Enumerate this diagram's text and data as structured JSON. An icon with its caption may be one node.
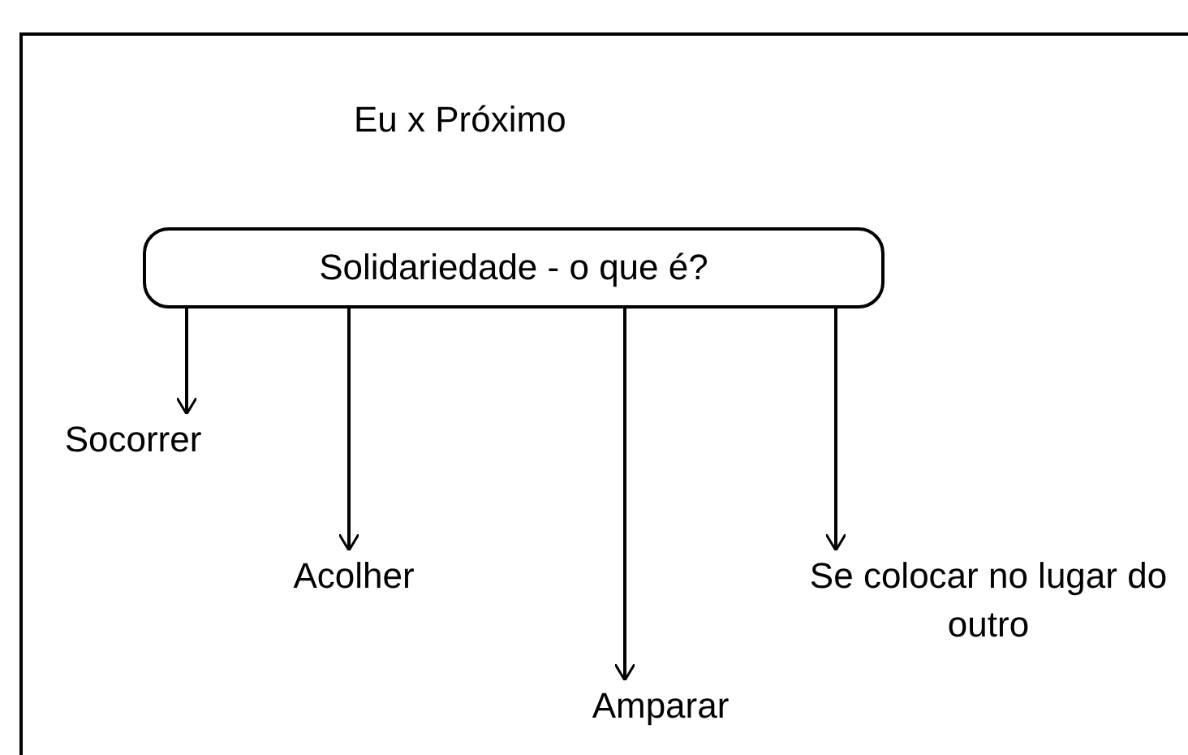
{
  "diagram": {
    "title": "Eu x Próximo",
    "nodes": [
      {
        "text": [
          "Solidariedade - o que é?"
        ]
      },
      {
        "text": [
          "Socorrer"
        ]
      },
      {
        "text": [
          "Acolher"
        ]
      },
      {
        "text": [
          "Amparar"
        ]
      },
      {
        "text": [
          "Se colocar no lugar do outro"
        ]
      }
    ],
    "edges": [
      {
        "from": 0,
        "to": 1,
        "arrow": "to"
      },
      {
        "from": 0,
        "to": 2,
        "arrow": "to"
      },
      {
        "from": 0,
        "to": 3,
        "arrow": "to"
      },
      {
        "from": 0,
        "to": 4,
        "arrow": "to"
      }
    ]
  }
}
